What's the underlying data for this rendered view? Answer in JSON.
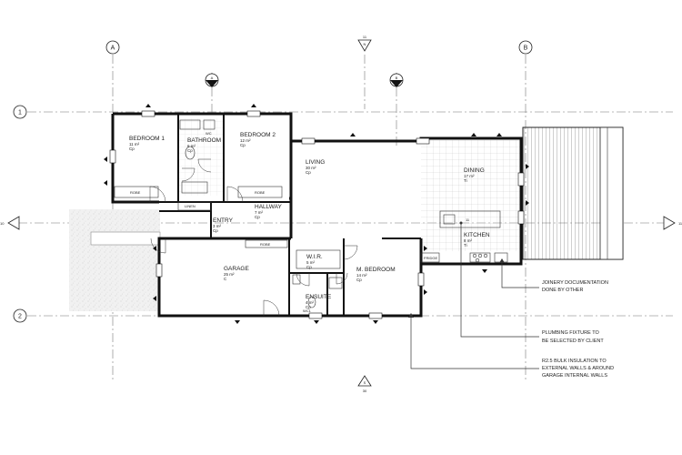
{
  "grid": {
    "cols": [
      {
        "id": "col-a",
        "label": "A"
      },
      {
        "id": "col-b",
        "label": "B"
      }
    ],
    "rows": [
      {
        "id": "row-1",
        "label": "1"
      },
      {
        "id": "row-2",
        "label": "2"
      }
    ]
  },
  "sections": {
    "a": {
      "letter": "A",
      "ref": "11"
    },
    "b": {
      "letter": "B",
      "ref": "11"
    },
    "north": {
      "top": "11",
      "bottom": "N"
    },
    "south": {
      "top": "S",
      "bottom": "30"
    },
    "east": {
      "label": "11"
    },
    "west": {
      "label": "10"
    }
  },
  "rooms": {
    "bedroom1": {
      "name": "BEDROOM 1",
      "area": "11 m²",
      "code": "Cp"
    },
    "bathroom": {
      "name": "BATHROOM",
      "area": "6 m²",
      "code": "Cp"
    },
    "bedroom2": {
      "name": "BEDROOM 2",
      "area": "12 m²",
      "code": "Cp"
    },
    "living": {
      "name": "LIVING",
      "area": "30 m²",
      "code": "Cp"
    },
    "dining": {
      "name": "DINING",
      "area": "17 m²",
      "code": "Ti"
    },
    "entry": {
      "name": "ENTRY",
      "area": "3 m²",
      "code": "Cp"
    },
    "hallway": {
      "name": "HALLWAY",
      "area": "7 m²",
      "code": "Cp"
    },
    "kitchen": {
      "name": "KITCHEN",
      "area": "8 m²",
      "code": "Ti"
    },
    "garage": {
      "name": "GARAGE",
      "area": "25 m²",
      "code": "C"
    },
    "wir": {
      "name": "W.I.R.",
      "area": "5 m²",
      "code": "Cp"
    },
    "mbedroom": {
      "name": "M. BEDROOM",
      "area": "14 m²",
      "code": "Cp"
    },
    "ensuite": {
      "name": "ENSUITE",
      "area": "4 m²",
      "code": "Cp"
    }
  },
  "notes": {
    "joinery": [
      "JOINERY DOCUMENTATION",
      "DONE BY OTHER"
    ],
    "plumbing": [
      "PLUMBING FIXTURE TO",
      "BE SELECTED BY CLIENT"
    ],
    "insulation": [
      "R2.5 BULK INSULATION TO",
      "EXTERNAL WALLS & AROUND",
      "GARAGE INTERNAL WALLS"
    ]
  },
  "tags": {
    "robe": "ROBE",
    "linen": "LINEN",
    "wc": "WC",
    "wc1": "WC1",
    "fridge": "FRIDGE",
    "island": "11"
  },
  "colors": {
    "ink": "#111111",
    "grid": "#777777",
    "hatch": "#e3e3e3"
  }
}
